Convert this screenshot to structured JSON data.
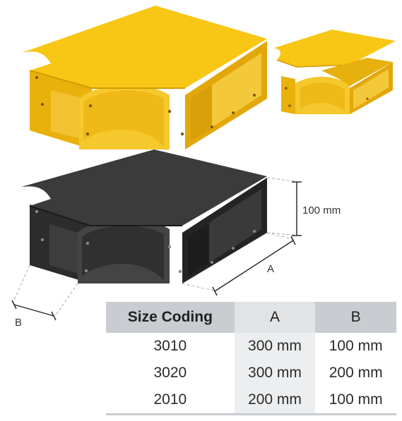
{
  "dimensions": {
    "height_label": "100 mm",
    "a_label": "A",
    "b_label": "B"
  },
  "table": {
    "headers": [
      "Size Coding",
      "A",
      "B"
    ],
    "rows": [
      [
        "3010",
        "300 mm",
        "100 mm"
      ],
      [
        "3020",
        "300 mm",
        "200 mm"
      ],
      [
        "2010",
        "200 mm",
        "100 mm"
      ]
    ]
  },
  "colors": {
    "yellow_top": "#f7c413",
    "yellow_side": "#e6ad0b",
    "yellow_inner": "#f4cd3f",
    "black_top": "#3c3c3c",
    "black_side": "#262626",
    "table_header": "#c9ccd0"
  }
}
